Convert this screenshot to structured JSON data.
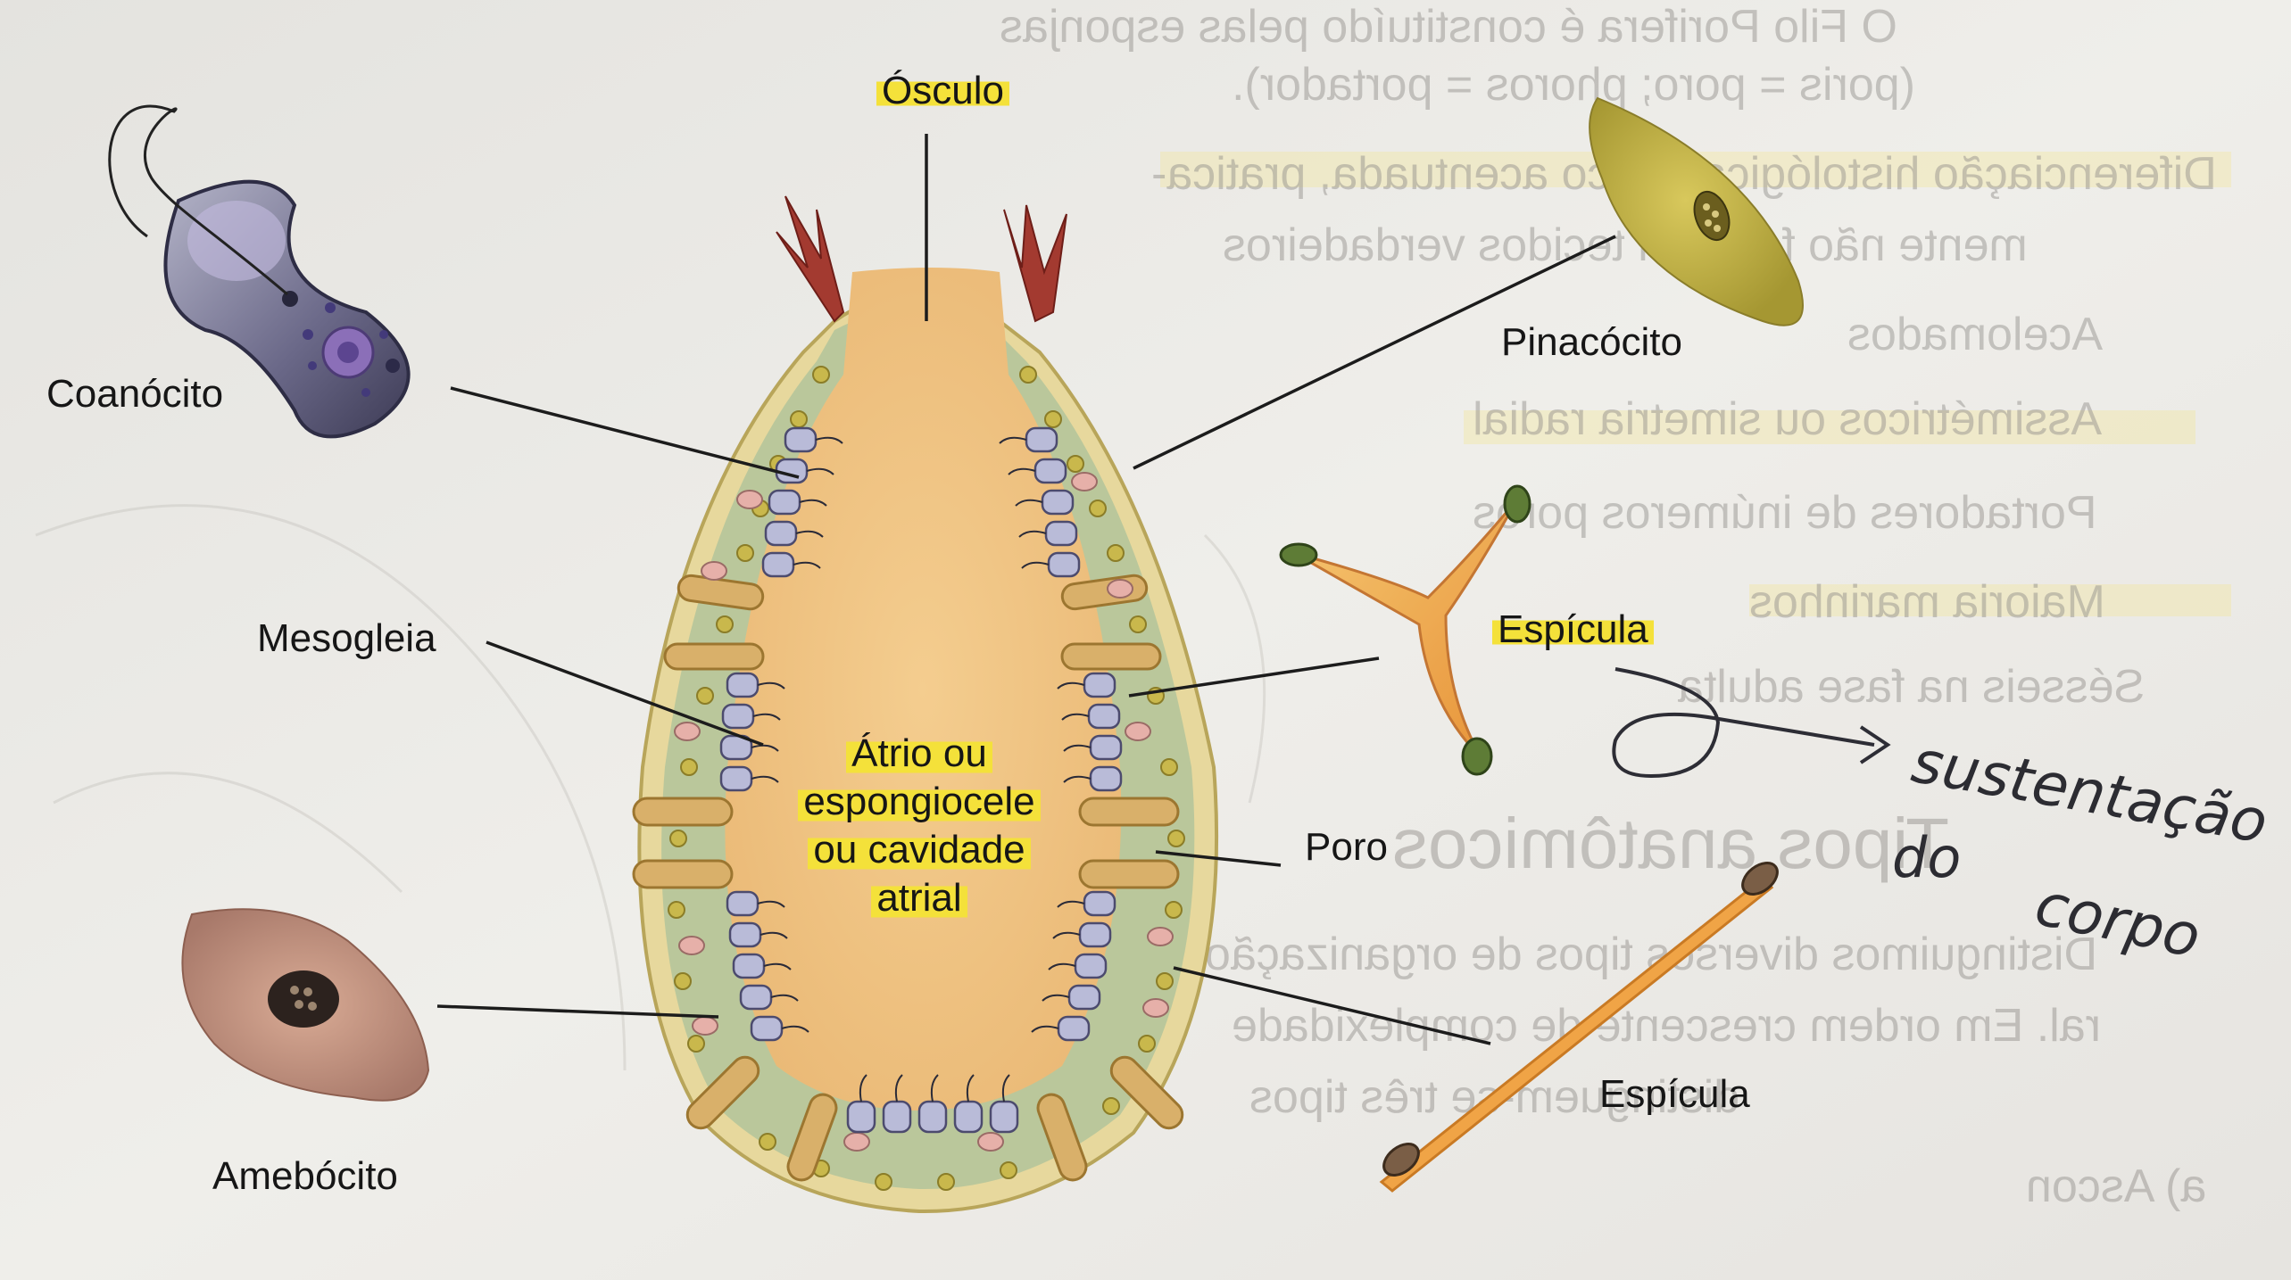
{
  "labels": {
    "osculo": "Ósculo",
    "coanocito": "Coanócito",
    "pinacocito": "Pinacócito",
    "mesogleia": "Mesogleia",
    "espicula_1": "Espícula",
    "espicula_2": "Espícula",
    "poro": "Poro",
    "amebocito": "Amebócito",
    "atrio": [
      "Átrio ou",
      "espongiocele",
      "ou cavidade",
      "atrial"
    ]
  },
  "handwritten_note": {
    "line1": "sustentação",
    "line2": "do",
    "line3": "corpo"
  },
  "colors": {
    "highlight": "#f4e13a",
    "atrium": "#f1c787",
    "mesoglea": "#b9c79a",
    "pinacocyte_cell": "#c9b84c",
    "amebocyte_cell": "#c99a86",
    "choanocyte_cell": "#7c7a9c",
    "spicule": "#f0a446",
    "osculum_spikes": "#a33a30"
  }
}
